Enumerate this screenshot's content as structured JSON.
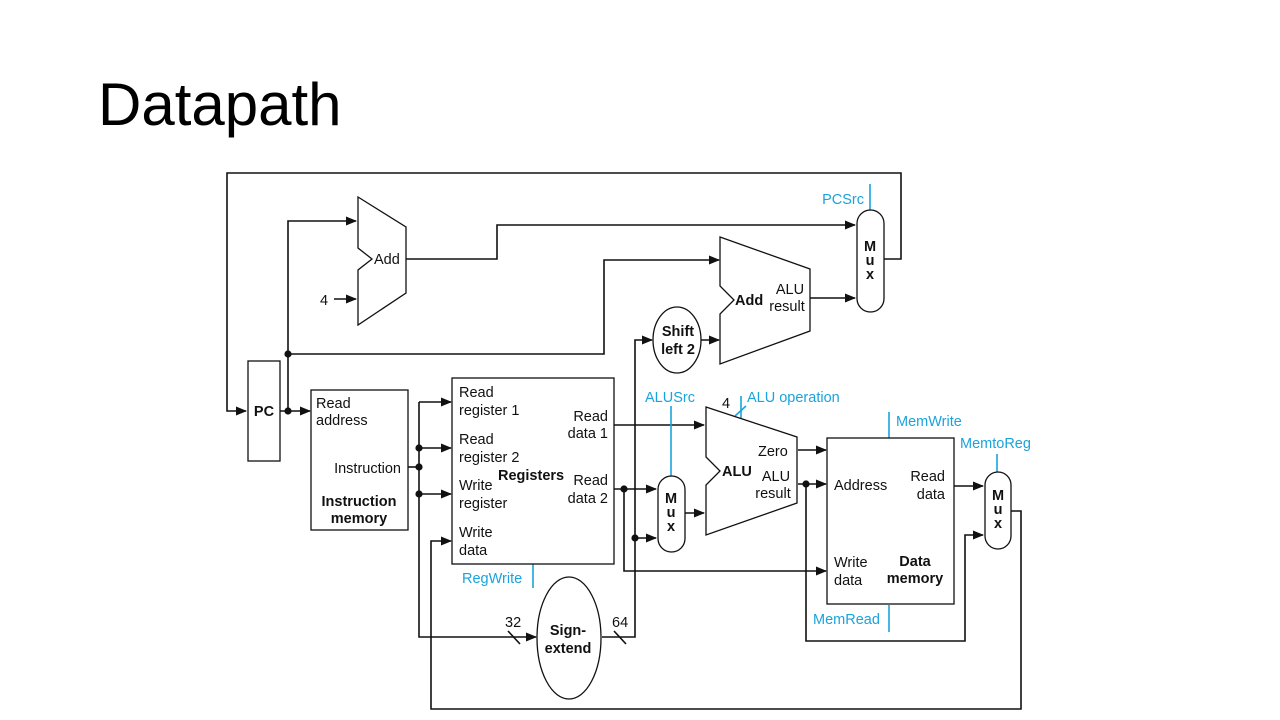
{
  "title": "Datapath",
  "colors": {
    "control": "#1aa3dc",
    "wire": "#111111"
  },
  "blocks": {
    "pc": "PC",
    "add_top": "Add",
    "constant_four": "4",
    "add_branch": "Add",
    "add_branch_result": [
      "ALU",
      "result"
    ],
    "shift_left": [
      "Shift",
      "left 2"
    ],
    "instruction_memory": {
      "read_address": [
        "Read",
        "address"
      ],
      "instruction": "Instruction",
      "name": [
        "Instruction",
        "memory"
      ]
    },
    "registers": {
      "read_register_1": [
        "Read",
        "register 1"
      ],
      "read_register_2": [
        "Read",
        "register 2"
      ],
      "write_register": [
        "Write",
        "register"
      ],
      "write_data": [
        "Write",
        "data"
      ],
      "read_data_1": [
        "Read",
        "data 1"
      ],
      "read_data_2": [
        "Read",
        "data 2"
      ],
      "name": "Registers"
    },
    "sign_extend": {
      "name": [
        "Sign-",
        "extend"
      ],
      "in_width": "32",
      "out_width": "64"
    },
    "alu": {
      "name": "ALU",
      "zero": "Zero",
      "result": [
        "ALU",
        "result"
      ],
      "op_width": "4"
    },
    "data_memory": {
      "address": "Address",
      "read_data": [
        "Read",
        "data"
      ],
      "write_data": [
        "Write",
        "data"
      ],
      "name": [
        "Data",
        "memory"
      ]
    },
    "mux_label": [
      "M",
      "u",
      "x"
    ]
  },
  "control": {
    "pcsrc": "PCSrc",
    "alusrc": "ALUSrc",
    "alu_operation": "ALU operation",
    "memwrite": "MemWrite",
    "memtoreg": "MemtoReg",
    "regwrite": "RegWrite",
    "memread": "MemRead"
  }
}
